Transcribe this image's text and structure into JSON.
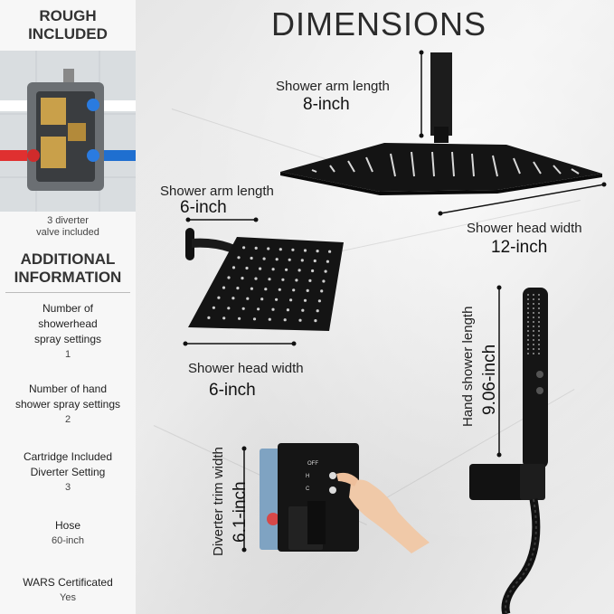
{
  "left_panel": {
    "rough_title": "ROUGH\nINCLUDED",
    "rough_caption": "3 diverter\nvalve included",
    "additional_title": "ADDITIONAL\nINFORMATION",
    "items": [
      {
        "label": "Number of\nshowerhead\nspray settings",
        "value": "1"
      },
      {
        "label": "Number of hand\nshower spray settings",
        "value": "2"
      },
      {
        "label": "Cartridge Included\nDiverter Setting",
        "value": "3"
      },
      {
        "label": "Hose",
        "value": "60-inch"
      },
      {
        "label": "WARS Certificated",
        "value": "Yes"
      }
    ]
  },
  "main": {
    "title": "DIMENSIONS",
    "arm8_label": "Shower arm length",
    "arm8_value": "8-inch",
    "head12_label": "Shower head width",
    "head12_value": "12-inch",
    "arm6_label": "Shower arm length",
    "arm6_value": "6-inch",
    "head6_label": "Shower head width",
    "head6_value": "6-inch",
    "hand_label": "Hand shower length",
    "hand_value": "9.06-inch",
    "trim_label": "Diverter trim width",
    "trim_value": "6.1-inch",
    "trim_marks": [
      "OFF",
      "H",
      "C"
    ]
  }
}
